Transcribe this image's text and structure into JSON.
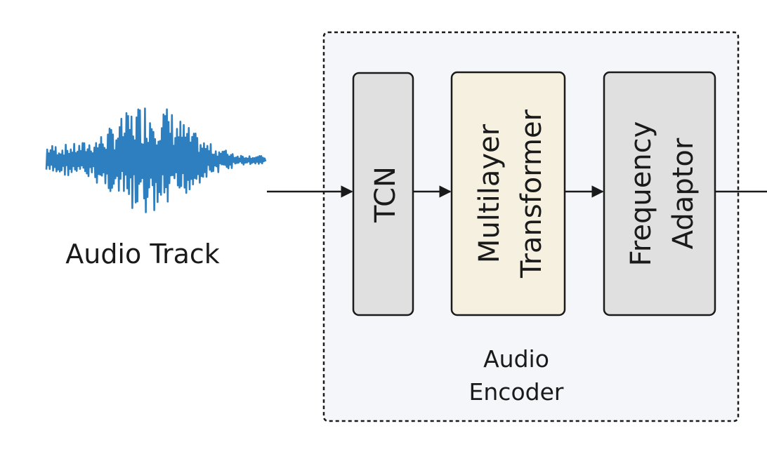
{
  "input": {
    "label": "Audio Track"
  },
  "encoder": {
    "label_line1": "Audio",
    "label_line2": "Encoder",
    "blocks": [
      {
        "id": "tcn",
        "lines": [
          "TCN"
        ],
        "fill": "#e0e0e0"
      },
      {
        "id": "transformer",
        "lines": [
          "Multilayer",
          "Transformer"
        ],
        "fill": "#f5f0df"
      },
      {
        "id": "adaptor",
        "lines": [
          "Frequency",
          "Adaptor"
        ],
        "fill": "#e0e0e0"
      }
    ]
  },
  "colors": {
    "waveform": "#2e7fbf",
    "encoder_bg": "#f4f6fa",
    "stroke": "#1a1a1a"
  }
}
